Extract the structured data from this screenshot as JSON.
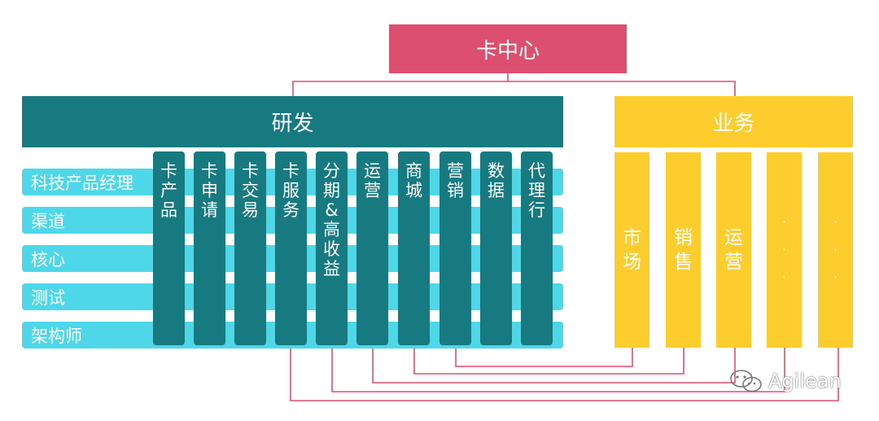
{
  "title": "卡中心",
  "rd": {
    "header": "研发",
    "rows": [
      "科技产品经理",
      "渠道",
      "核心",
      "测试",
      "架构师"
    ],
    "columns": [
      [
        "卡",
        "产",
        "品"
      ],
      [
        "卡",
        "申",
        "请"
      ],
      [
        "卡",
        "交",
        "易"
      ],
      [
        "卡",
        "服",
        "务"
      ],
      [
        "分",
        "期",
        "&",
        "高",
        "收",
        "益"
      ],
      [
        "运",
        "营"
      ],
      [
        "商",
        "城"
      ],
      [
        "营",
        "销"
      ],
      [
        "数",
        "据"
      ],
      [
        "代",
        "理",
        "行"
      ]
    ]
  },
  "business": {
    "header": "业务",
    "columns": [
      [
        "市",
        "场"
      ],
      [
        "销",
        "售"
      ],
      [
        "运",
        "营"
      ],
      [
        "·",
        "·",
        "·"
      ],
      [
        "·",
        "·",
        "·"
      ]
    ]
  },
  "watermark": "Agilean",
  "colors": {
    "top": "#dd4f6f",
    "rd": "#177a80",
    "row": "#4dd7e8",
    "business": "#fdcd2e",
    "line": "#dd4f6f"
  }
}
